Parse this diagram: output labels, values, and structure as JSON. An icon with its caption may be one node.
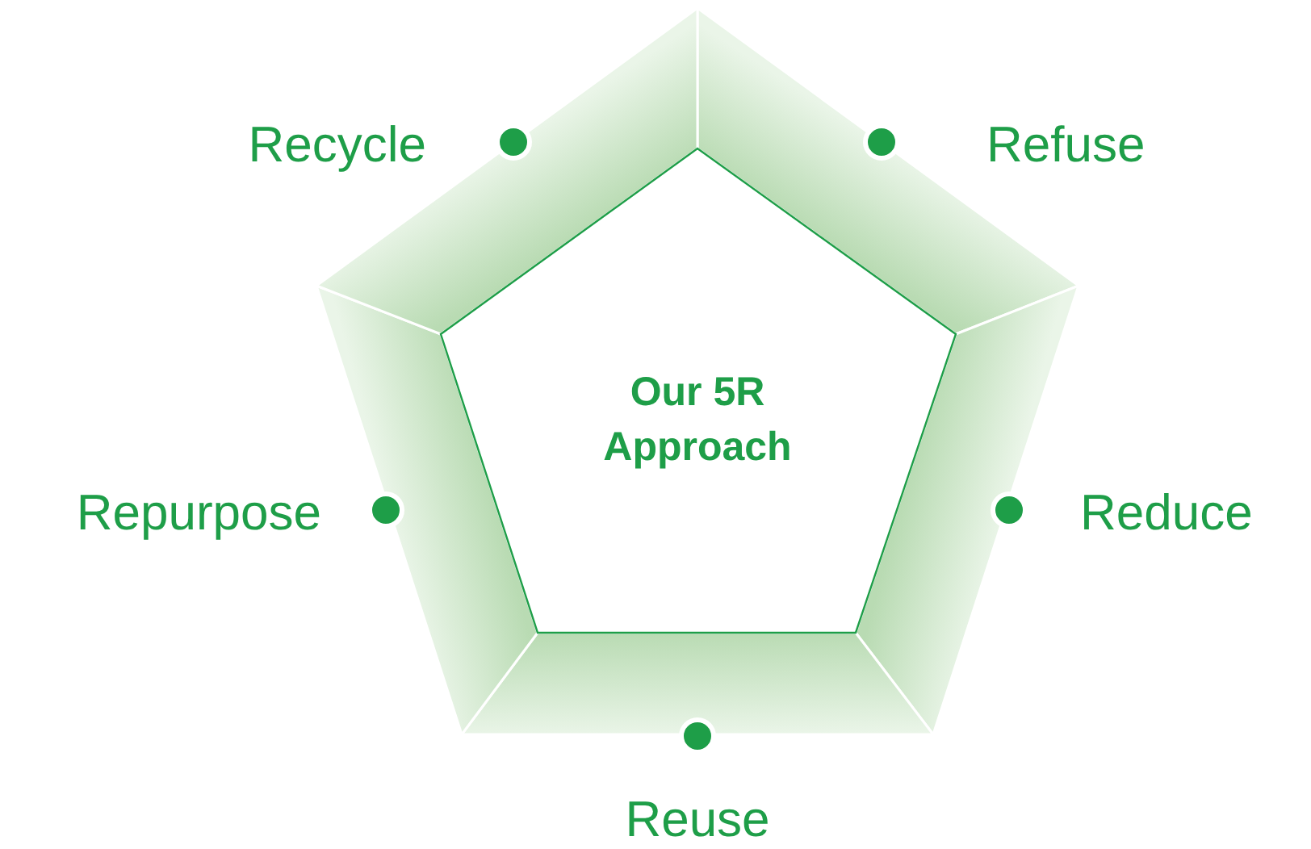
{
  "diagram": {
    "nodes": [
      {
        "text": [
          "Our 5R Approach"
        ]
      }
    ],
    "labels": [
      "Recycle",
      "Refuse",
      "Repurpose",
      "Reduce",
      "Reuse"
    ]
  }
}
